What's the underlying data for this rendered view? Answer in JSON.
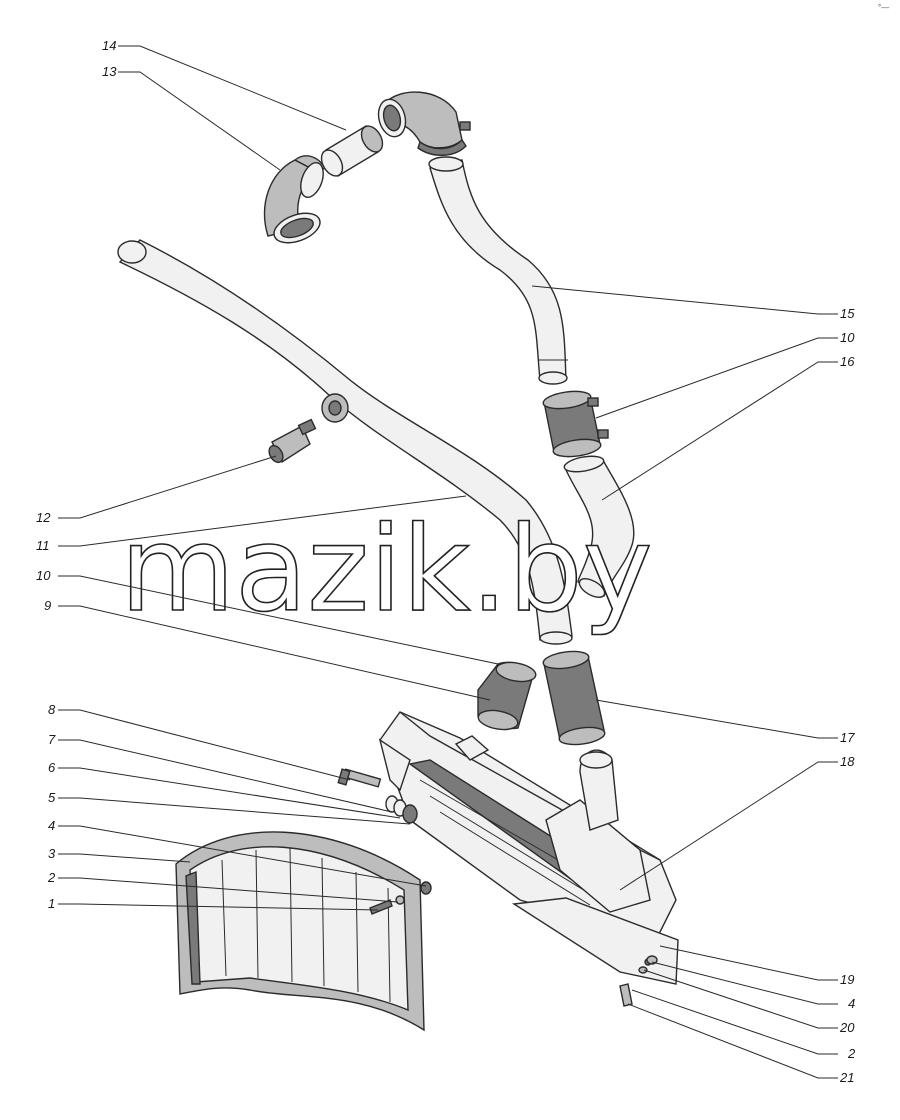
{
  "watermark": "mazik.by",
  "corner_mark": "°—",
  "callouts": {
    "c1": "1",
    "c2": "2",
    "c3": "3",
    "c4": "4",
    "c5": "5",
    "c6": "6",
    "c7": "7",
    "c8": "8",
    "c9": "9",
    "c10a": "10",
    "c11": "11",
    "c12": "12",
    "c13": "13",
    "c14": "14",
    "c15": "15",
    "c10b": "10",
    "c16": "16",
    "c17": "17",
    "c18": "18",
    "c19": "19",
    "c4b": "4",
    "c20": "20",
    "c2b": "2",
    "c21": "21"
  }
}
